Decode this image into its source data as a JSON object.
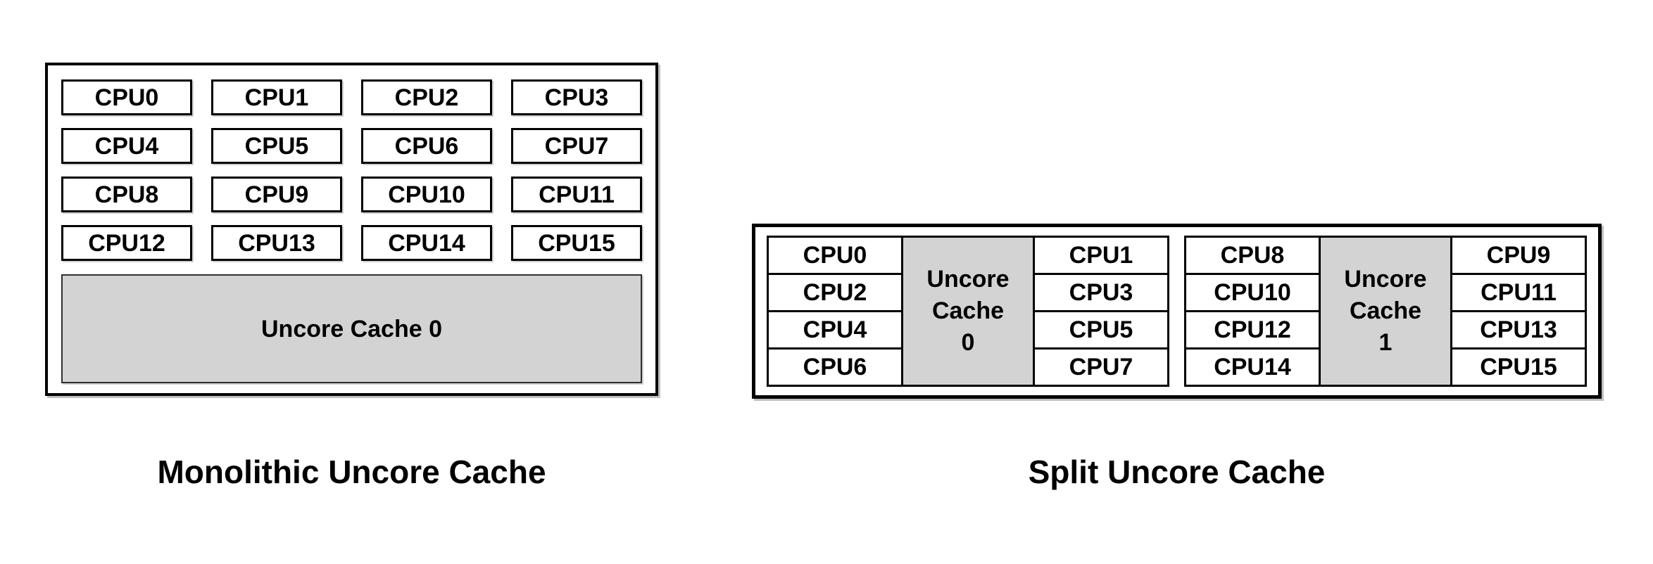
{
  "colors": {
    "background": "#ffffff",
    "border": "#000000",
    "cache_fill": "#d3d3d3",
    "text": "#000000"
  },
  "monolithic": {
    "title": "Monolithic Uncore Cache",
    "cpus": [
      "CPU0",
      "CPU1",
      "CPU2",
      "CPU3",
      "CPU4",
      "CPU5",
      "CPU6",
      "CPU7",
      "CPU8",
      "CPU9",
      "CPU10",
      "CPU11",
      "CPU12",
      "CPU13",
      "CPU14",
      "CPU15"
    ],
    "cache_label": "Uncore Cache 0"
  },
  "split": {
    "title": "Split Uncore Cache",
    "groups": [
      {
        "left_cpus": [
          "CPU0",
          "CPU2",
          "CPU4",
          "CPU6"
        ],
        "cache_label": "Uncore\nCache\n0",
        "right_cpus": [
          "CPU1",
          "CPU3",
          "CPU5",
          "CPU7"
        ]
      },
      {
        "left_cpus": [
          "CPU8",
          "CPU10",
          "CPU12",
          "CPU14"
        ],
        "cache_label": "Uncore\nCache\n1",
        "right_cpus": [
          "CPU9",
          "CPU11",
          "CPU13",
          "CPU15"
        ]
      }
    ]
  }
}
